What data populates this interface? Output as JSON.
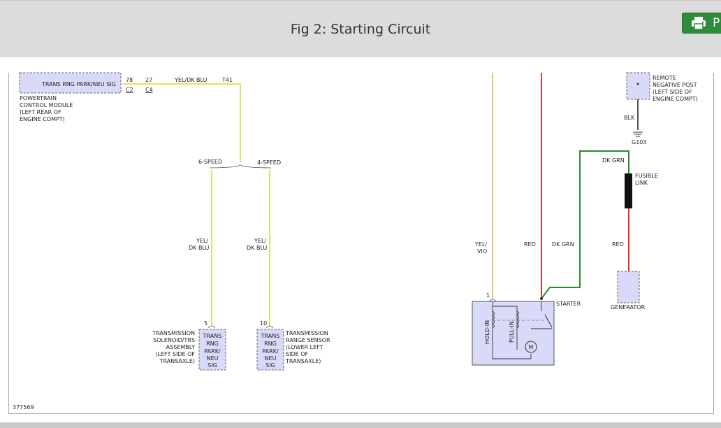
{
  "header": {
    "title": "Fig 2: Starting Circuit",
    "print_label": "P",
    "print_icon": "printer-icon"
  },
  "colors": {
    "header_bg": "#dcdcdc",
    "button_green": "#2e8b3a",
    "component_fill": "#d9d9f9",
    "wire_yellow": "#e6e15a",
    "wire_orange": "#f0c070",
    "wire_red": "#e8312a",
    "wire_green": "#2a8a2a"
  },
  "diagram": {
    "pcm": {
      "signal": "TRANS RNG PARK/NEU SIG",
      "pin1": "78",
      "pin2": "27",
      "conn1": "C2",
      "conn2": "C4",
      "wire": "YEL/DK BLU",
      "splice": "T41",
      "label": [
        "POWERTRAIN",
        "CONTROL MODULE",
        "(LEFT REAR OF",
        "ENGINE COMPT)"
      ]
    },
    "branch_6speed": "6-SPEED",
    "branch_4speed": "4-SPEED",
    "solenoid_wire": [
      "YEL/",
      "DK BLU"
    ],
    "sensor_wire": [
      "YEL/",
      "DK BLU"
    ],
    "solenoid": {
      "pin": "5",
      "box": [
        "TRANS",
        "RNG",
        "PARK/",
        "NEU",
        "SIG"
      ],
      "label": [
        "TRANSMISSION",
        "SOLENOID/TRS",
        "ASSEMBLY",
        "(LEFT SIDE OF",
        "TRANSAXLE)"
      ]
    },
    "sensor": {
      "pin": "10",
      "box": [
        "TRANS",
        "RNG",
        "PARK/",
        "NEU",
        "SIG"
      ],
      "label": [
        "TRANSMISSION",
        "RANGE SENSOR",
        "(LOWER LEFT",
        "SIDE OF",
        "TRANSAXLE)"
      ]
    },
    "starter": {
      "wire_yel": [
        "YEL/",
        "VIO"
      ],
      "wire_red": "RED",
      "wire_dkgrn": "DK GRN",
      "pin": "1",
      "label": "STARTER",
      "hold_in": "HOLD-IN",
      "pull_in": "PULL-IN",
      "motor": "M"
    },
    "battery": {
      "label": [
        "REMOTE",
        "NEGATIVE POST",
        "(LEFT SIDE OF",
        "ENGINE COMPT)"
      ],
      "wire": "BLK",
      "ground": "G103"
    },
    "fusible": {
      "wire_top": "DK GRN",
      "label": [
        "FUSIBLE",
        "LINK"
      ],
      "wire_bottom": "RED"
    },
    "generator": "GENERATOR",
    "figure_id": "377569"
  }
}
